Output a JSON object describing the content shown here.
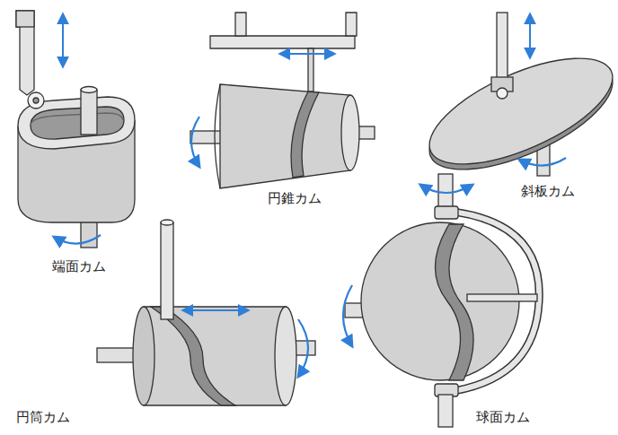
{
  "diagram": {
    "labels": [
      "端面カム",
      "円錐カム",
      "斜板カム",
      "円筒カム",
      "球面カム"
    ]
  }
}
